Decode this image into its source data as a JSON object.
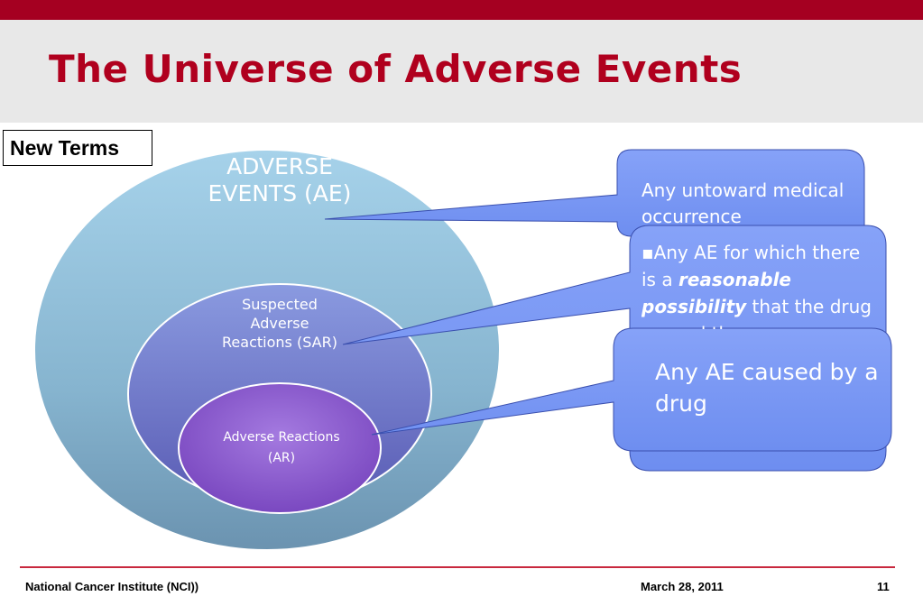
{
  "slide": {
    "title": "The Universe of Adverse Events",
    "tag": "New Terms"
  },
  "circles": {
    "ae": "ADVERSE EVENTS (AE)",
    "sar": "Suspected Adverse Reactions (SAR)",
    "ar_line1": "Adverse Reactions",
    "ar_line2": "(AR)"
  },
  "callouts": {
    "ae_definition": "Any untoward medical occurrence",
    "sar_bullet": "▪",
    "sar_part1": "Any AE for which there is a ",
    "sar_emphasis": "reasonable possibility",
    "sar_part2": " that the drug caused the",
    "ar_definition": "Any AE caused by a drug"
  },
  "footer": {
    "organization": "National Cancer Institute (NCI))",
    "date": "March 28, 2011",
    "page": "11"
  },
  "colors": {
    "accent": "#a50021",
    "title": "#b0001e",
    "callout": "#7f9cf5"
  }
}
